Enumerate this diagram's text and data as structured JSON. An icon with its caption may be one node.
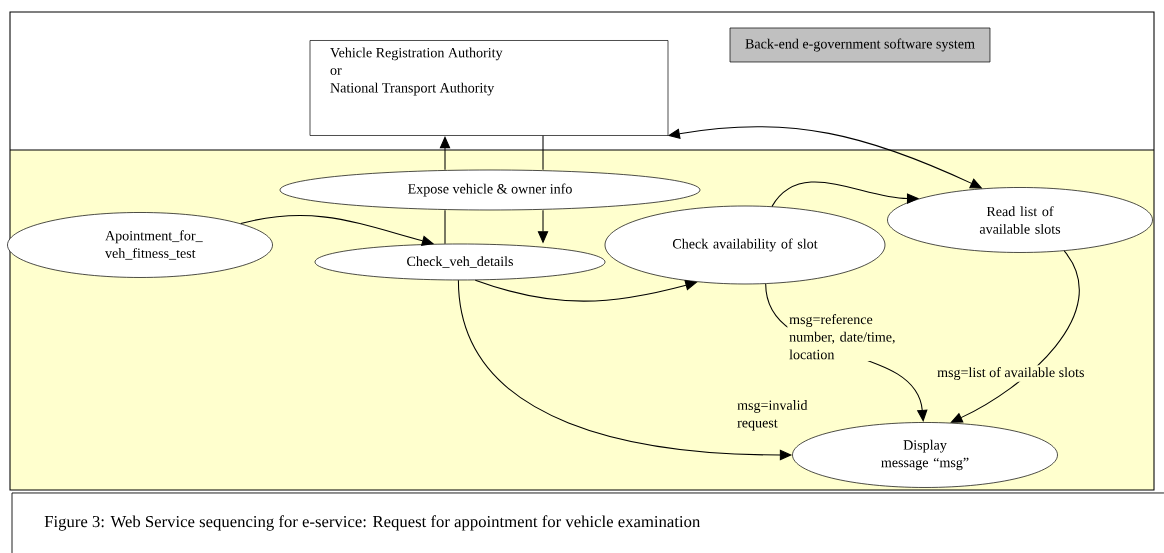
{
  "diagram": {
    "caption": "Figure 3: Web Service sequencing for e-service: Request for appointment for vehicle examination",
    "nodes": [
      {
        "text": [
          "Vehicle Registration Authority",
          "or",
          "National Transport Authority"
        ]
      },
      {
        "text": [
          "Back-end e-government software system"
        ]
      },
      {
        "text": [
          "Expose vehicle & owner info"
        ]
      },
      {
        "text": [
          "Apointment_for_ veh_fitness_test"
        ]
      },
      {
        "text": [
          "Check_veh_details"
        ]
      },
      {
        "text": [
          "Check availability of slot"
        ]
      },
      {
        "text": [
          "Read list of available slots"
        ]
      },
      {
        "text": [
          "Display message “msg”"
        ]
      }
    ],
    "edges": [
      {
        "from": 4,
        "to": 2,
        "arrow": "none"
      },
      {
        "from": 2,
        "to": 0,
        "arrow": "to"
      },
      {
        "from": 0,
        "to": 2,
        "arrow": "none"
      },
      {
        "from": 2,
        "to": 4,
        "arrow": "to"
      },
      {
        "from": 3,
        "to": 4,
        "arrow": "to"
      },
      {
        "from": 4,
        "to": 5,
        "arrow": "to"
      },
      {
        "from": 4,
        "to": 7,
        "arrow": "to",
        "label": "msg=invalid request"
      },
      {
        "from": 5,
        "to": 6,
        "arrow": "to"
      },
      {
        "from": 0,
        "to": 6,
        "arrow": "both"
      },
      {
        "from": 5,
        "to": 7,
        "arrow": "to",
        "label": "msg=reference number, date/time, location"
      },
      {
        "from": 6,
        "to": 7,
        "arrow": "to",
        "label": "msg=list of available slots"
      }
    ]
  }
}
